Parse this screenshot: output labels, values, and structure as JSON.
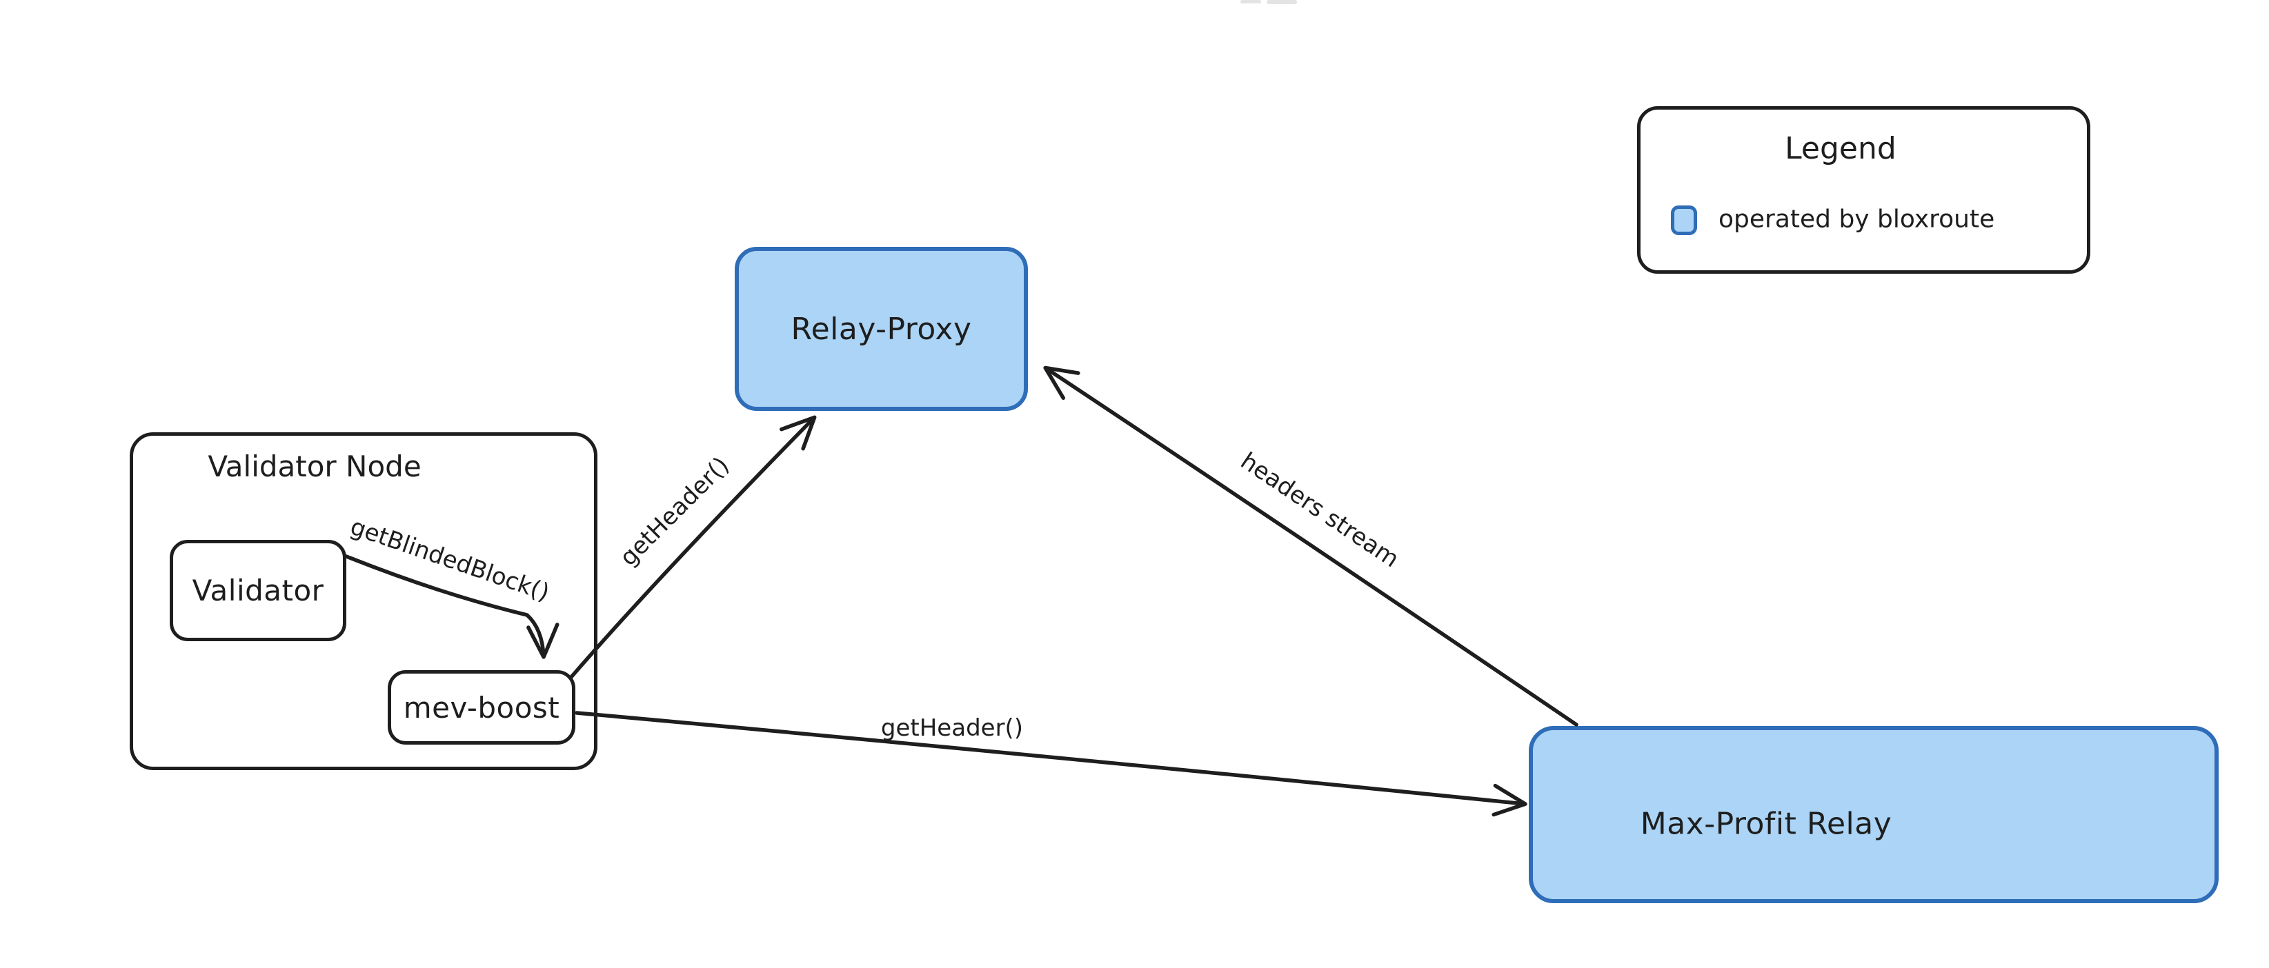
{
  "nodes": {
    "validator_node": {
      "label": "Validator Node"
    },
    "validator": {
      "label": "Validator"
    },
    "mev_boost": {
      "label": "mev-boost"
    },
    "relay_proxy": {
      "label": "Relay-Proxy"
    },
    "max_profit_relay": {
      "label": "Max-Profit Relay"
    }
  },
  "edges": {
    "mev_boost_to_relay_proxy": {
      "label": "getHeader()"
    },
    "validator_to_mev_boost": {
      "label": "getBlindedBlock()"
    },
    "max_profit_to_relay_proxy": {
      "label": "headers stream"
    },
    "mev_boost_to_max_profit": {
      "label": "getHeader()"
    }
  },
  "legend": {
    "title": "Legend",
    "items": [
      {
        "swatch": "blue-rounded-square",
        "label": "operated by bloxroute"
      }
    ]
  },
  "colors": {
    "ink": "#1e1e1e",
    "node_fill": "#abd4f6",
    "node_stroke": "#2f6db8"
  }
}
